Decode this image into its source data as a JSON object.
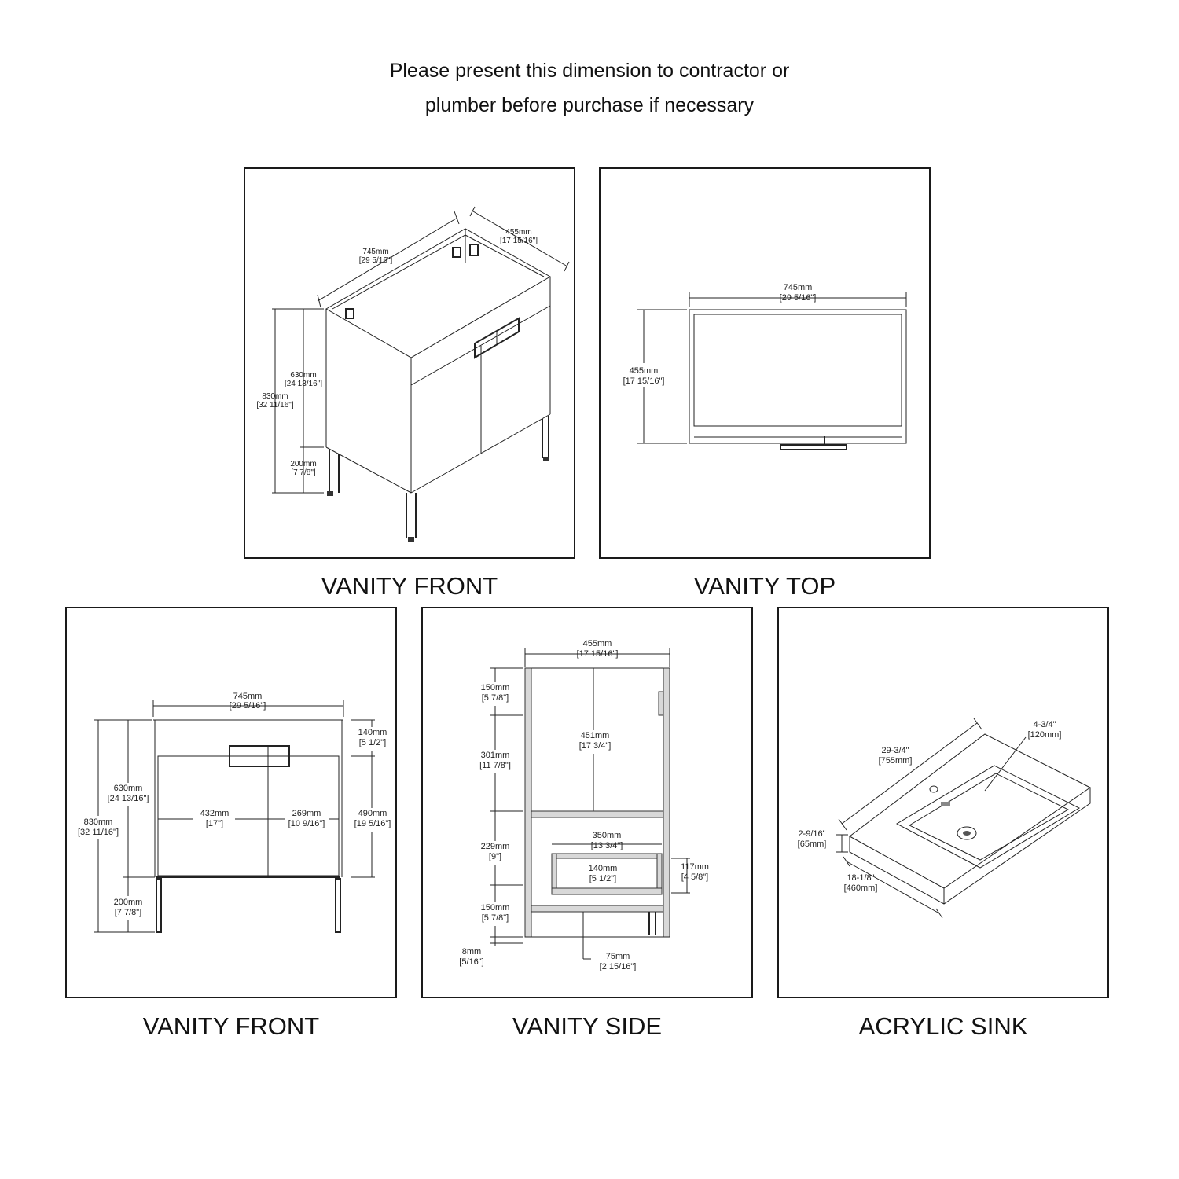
{
  "note": {
    "line1": "Please present this dimension to contractor or",
    "line2": "plumber before purchase if necessary"
  },
  "panels": {
    "front_iso": {
      "caption": "VANITY FRONT",
      "labels": {
        "w_mm": "745mm",
        "w_in": "[29 5/16\"]",
        "d_mm": "455mm",
        "d_in": "[17 15/16\"]",
        "body_mm": "630mm",
        "body_in": "[24 13/16\"]",
        "total_mm": "830mm",
        "total_in": "[32 11/16\"]",
        "leg_mm": "200mm",
        "leg_in": "[7 7/8\"]"
      }
    },
    "top": {
      "caption": "VANITY TOP",
      "labels": {
        "w_mm": "745mm",
        "w_in": "[29 5/16\"]",
        "d_mm": "455mm",
        "d_in": "[17 15/16\"]"
      }
    },
    "front": {
      "caption": "VANITY FRONT",
      "labels": {
        "w_mm": "745mm",
        "w_in": "[29 5/16\"]",
        "top_mm": "140mm",
        "top_in": "[5 1/2\"]",
        "body_mm": "630mm",
        "body_in": "[24 13/16\"]",
        "total_mm": "830mm",
        "total_in": "[32 11/16\"]",
        "left_mm": "432mm",
        "left_in": "[17\"]",
        "right_mm": "269mm",
        "right_in": "[10 9/16\"]",
        "door_mm": "490mm",
        "door_in": "[19 5/16\"]",
        "leg_mm": "200mm",
        "leg_in": "[7 7/8\"]"
      }
    },
    "side": {
      "caption": "VANITY SIDE",
      "labels": {
        "d_mm": "455mm",
        "d_in": "[17 15/16\"]",
        "a_mm": "150mm",
        "a_in": "[5 7/8\"]",
        "inner_mm": "451mm",
        "inner_in": "[17 3/4\"]",
        "b_mm": "301mm",
        "b_in": "[11 7/8\"]",
        "shelf_mm": "350mm",
        "shelf_in": "[13 3/4\"]",
        "c_mm": "229mm",
        "c_in": "[9\"]",
        "drawer_mm": "140mm",
        "drawer_in": "[5 1/2\"]",
        "h_mm": "117mm",
        "h_in": "[4 5/8\"]",
        "e_mm": "150mm",
        "e_in": "[5 7/8\"]",
        "f_mm": "8mm",
        "f_in": "[5/16\"]",
        "g_mm": "75mm",
        "g_in": "[2 15/16\"]"
      }
    },
    "sink": {
      "caption": "ACRYLIC SINK",
      "labels": {
        "w_in": "29-3/4\"",
        "w_mm": "[755mm]",
        "hole_in": "4-3/4\"",
        "hole_mm": "[120mm]",
        "h_in": "2-9/16\"",
        "h_mm": "[65mm]",
        "d_in": "18-1/8\"",
        "d_mm": "[460mm]"
      }
    }
  }
}
